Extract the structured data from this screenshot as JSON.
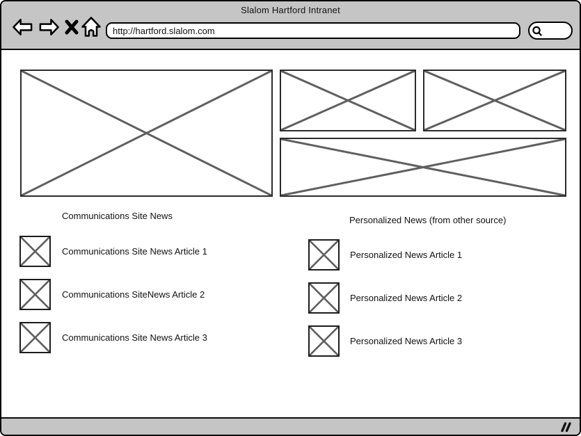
{
  "window": {
    "title": "Slalom Hartford Intranet"
  },
  "browser": {
    "url": "http://hartford.slalom.com",
    "buttons": [
      {
        "name": "back",
        "icon": "back-arrow-icon"
      },
      {
        "name": "forward",
        "icon": "forward-arrow-icon"
      },
      {
        "name": "stop",
        "icon": "x-close-icon"
      },
      {
        "name": "home",
        "icon": "home-icon"
      },
      {
        "name": "search",
        "icon": "magnifier-icon"
      }
    ]
  },
  "sections": [
    {
      "heading": "Communications Site News",
      "articles": [
        "Communications Site News Article 1",
        "Communications SiteNews Article 2",
        "Communications Site News Article 3"
      ]
    },
    {
      "heading": "Personalized News (from other source)",
      "articles": [
        "Personalized News Article 1",
        "Personalized News Article 2",
        "Personalized News Article 3"
      ]
    }
  ],
  "placeholders": [
    {
      "name": "hero-image"
    },
    {
      "name": "promo-image-1"
    },
    {
      "name": "promo-image-2"
    },
    {
      "name": "banner-image"
    }
  ],
  "statusbar": {
    "grip": "resize-grip-icon"
  },
  "colors": {
    "chrome_gray": "#c5c5c5",
    "border_black": "#000000",
    "placeholder_line_gray": "#5f5f5f"
  }
}
